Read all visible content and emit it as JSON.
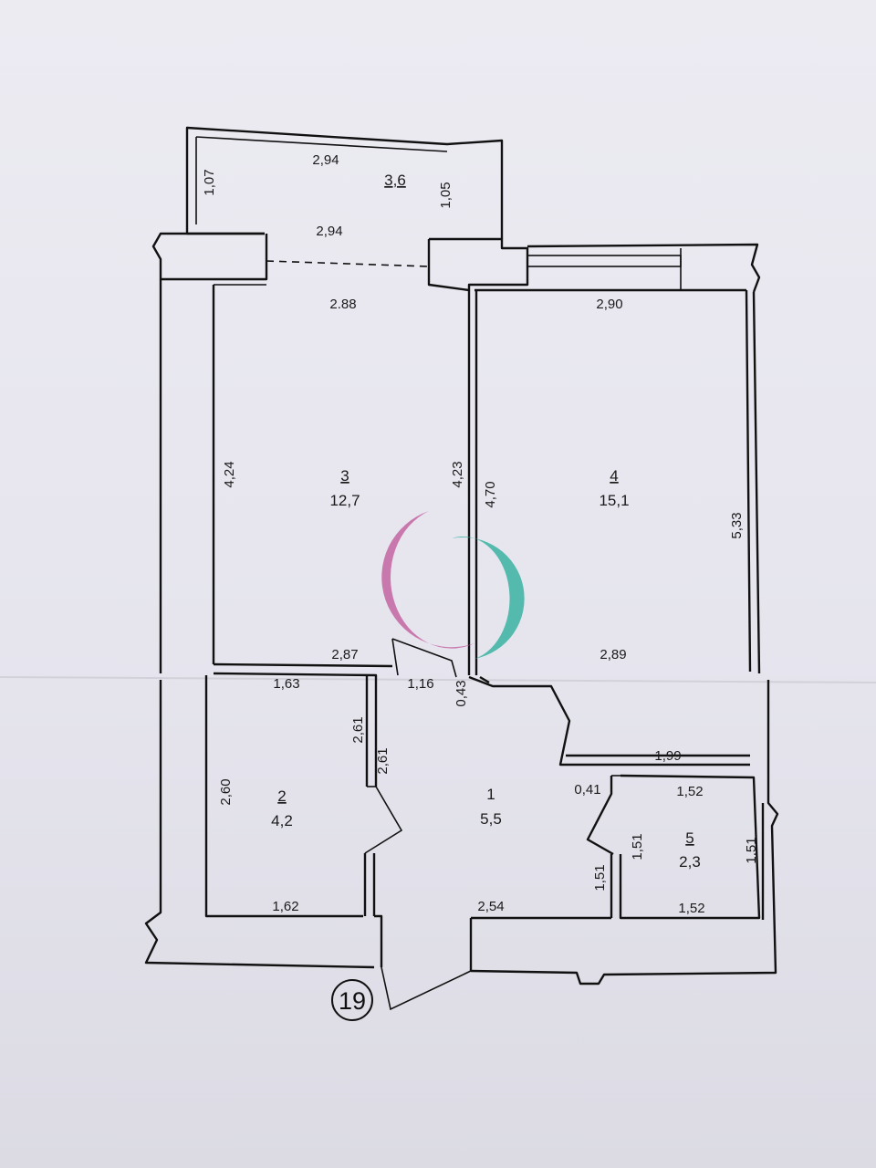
{
  "plan": {
    "apartment_number": "19",
    "rooms": [
      {
        "number": "1",
        "area": "5,5"
      },
      {
        "number": "2",
        "area": "4,2"
      },
      {
        "number": "3",
        "area": "12,7"
      },
      {
        "number": "4",
        "area": "15,1"
      },
      {
        "number": "5",
        "area": "2,3"
      }
    ],
    "balcony_area": "3,6",
    "dimensions": {
      "balcony_top": "2,94",
      "balcony_bottom": "2,94",
      "balcony_left": "1,07",
      "balcony_right": "1,05",
      "r3_top": "2.88",
      "r3_left": "4,24",
      "r3_right": "4,23",
      "r3_bottom": "2,87",
      "r4_top": "2,90",
      "r4_left": "4,70",
      "r4_right": "5,33",
      "r4_bottom": "2,89",
      "r2_top": "1,63",
      "r2_left": "2,60",
      "r2_right_a": "2,61",
      "r2_right_b": "2,61",
      "r2_bottom": "1,62",
      "hall_door": "1,16",
      "hall_jamb": "0,43",
      "hall_bottom": "2,54",
      "hall_right": "1,51",
      "corridor_top": "1,99",
      "corridor_jamb": "0,41",
      "r5_top": "1,52",
      "r5_left": "1,51",
      "r5_right": "1,51",
      "r5_bottom": "1,52"
    }
  },
  "watermark": {
    "colors": [
      "#c0569a",
      "#3bb3a3"
    ]
  }
}
